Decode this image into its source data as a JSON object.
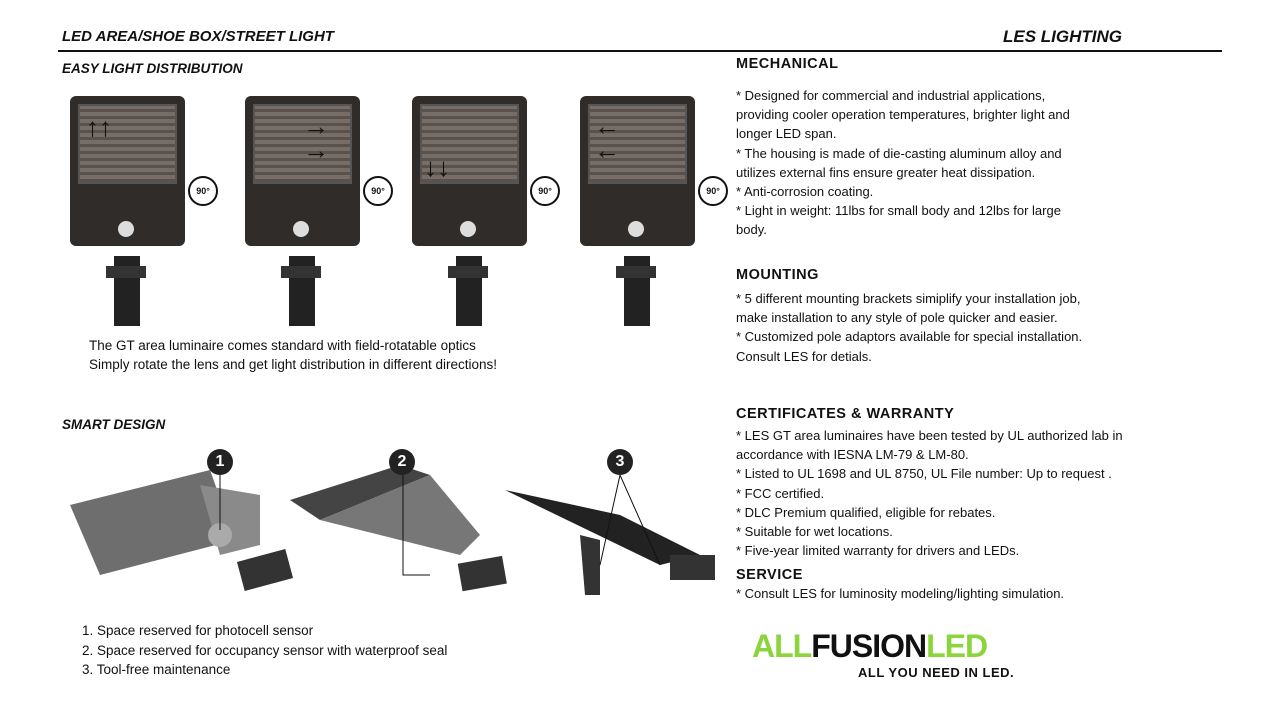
{
  "header": {
    "left": "LED AREA/SHOE BOX/STREET LIGHT",
    "right": "LES LIGHTING"
  },
  "distribution": {
    "title": "EASY LIGHT DISTRIBUTION",
    "rotation_label": "90°",
    "caption": [
      "The GT area luminaire comes standard with field-rotatable optics",
      "Simply rotate the lens and get light distribution in different directions!"
    ]
  },
  "smart": {
    "title": "SMART DESIGN",
    "callouts": [
      "1",
      "2",
      "3"
    ],
    "items": [
      "1.  Space reserved for photocell sensor",
      "2.  Space reserved for occupancy sensor with waterproof seal",
      "3.  Tool-free maintenance"
    ]
  },
  "mechanical": {
    "title": "MECHANICAL",
    "lines": [
      "* Designed for commercial and industrial applications,",
      "providing cooler operation temperatures, brighter light and",
      "longer LED span.",
      "* The housing is made of die-casting aluminum alloy and",
      "utilizes external fins ensure greater heat dissipation.",
      "* Anti-corrosion coating.",
      "* Light in weight: 11lbs for small body and 12lbs for large",
      "body."
    ]
  },
  "mounting": {
    "title": "MOUNTING",
    "lines": [
      "* 5 different mounting brackets simiplify your installation job,",
      "make installation to any style of pole quicker and easier.",
      "* Customized pole adaptors available for special installation.",
      "Consult LES for detials."
    ]
  },
  "certificates": {
    "title": "CERTIFICATES & WARRANTY",
    "lines": [
      "* LES GT area luminaires have been tested by UL authorized lab in",
      "accordance with IESNA LM-79 & LM-80.",
      "* Listed to UL 1698 and UL 8750, UL File number: Up to request .",
      "* FCC certified.",
      "* DLC Premium qualified, eligible for rebates.",
      "* Suitable for wet locations.",
      "* Five-year limited warranty for drivers and LEDs."
    ]
  },
  "service": {
    "title": "SERVICE",
    "lines": [
      "* Consult LES for luminosity modeling/lighting simulation."
    ]
  },
  "logo": {
    "part1": "ALL",
    "part2": "FUSION",
    "part3": "LED",
    "tagline": "ALL YOU NEED IN LED.",
    "green": "#8cd43c"
  }
}
